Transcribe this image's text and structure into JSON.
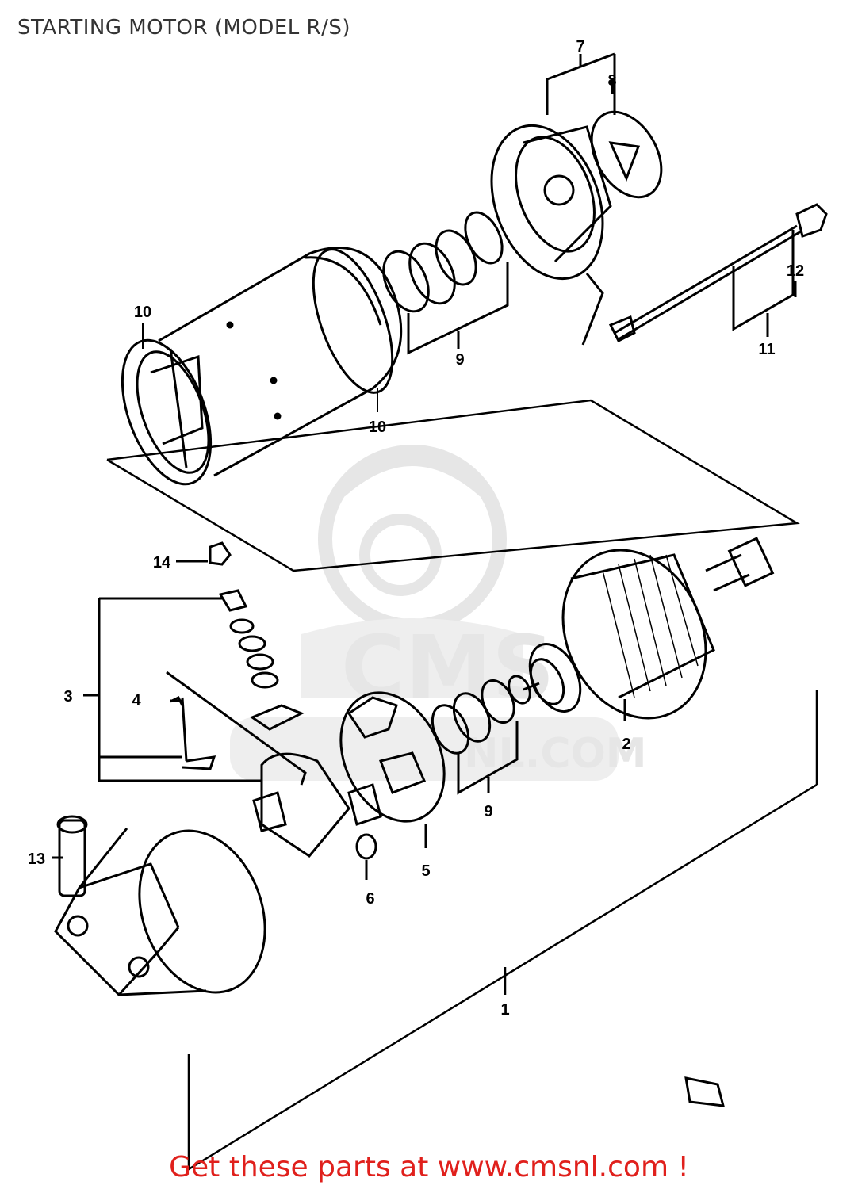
{
  "title": "STARTING MOTOR (MODEL R/S)",
  "footer_link": "Get these parts at www.cmsnl.com !",
  "colors": {
    "line": "#000000",
    "watermark": "#e6e6e6",
    "footer": "#e0201c",
    "title": "#333333"
  },
  "watermark": {
    "brand": "CMS",
    "site": "NL.COM"
  },
  "callouts": {
    "c1": "1",
    "c2": "2",
    "c3": "3",
    "c4": "4",
    "c5": "5",
    "c6": "6",
    "c7": "7",
    "c8": "8",
    "c9a": "9",
    "c9b": "9",
    "c10a": "10",
    "c10b": "10",
    "c11": "11",
    "c12": "12",
    "c13": "13",
    "c14": "14"
  }
}
